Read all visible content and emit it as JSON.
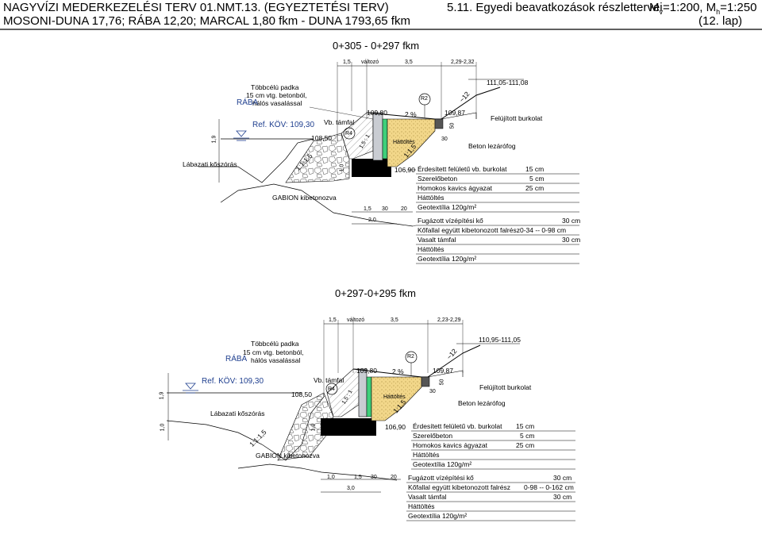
{
  "header": {
    "line1_left": "NAGYVÍZI MEDERKEZELÉSI TERV 01.NMT.13. (EGYEZTETÉSI TERV)",
    "line2_left": "MOSONI-DUNA 17,76; RÁBA 12,20; MARCAL 1,80 fkm - DUNA 1793,65 fkm",
    "center": "5.11. Egyedi beavatkozások részlettervei",
    "scale": "Mᵥ=1:200, Mₕ=1:250",
    "page": "(12. lap)"
  },
  "section1": {
    "title": "0+305 - 0+297 fkm",
    "dims_top": [
      "1,5",
      "változó",
      "3,5",
      "2,29-2,32"
    ],
    "level_top": "111,05-111,08",
    "padka": [
      "Többcélú padka",
      "15 cm vtg. betonból,",
      "hálós vasalással"
    ],
    "river": "RÁBA",
    "ref": "Ref. KÖV: 109,30",
    "vb_tamfal": "Vb. támfal",
    "lvl_10980": "109,80",
    "slope_2pct": "2 %",
    "r2": "R2",
    "lvl_10987": "109,87",
    "slope_12": "~12",
    "felujitott": "Felújított burkolat",
    "lvl_10850": "108,50",
    "r4": "R4",
    "slope_15_1": "1,5 : 1",
    "hattoltes": "Háttöltés",
    "dim_30": "30",
    "dim_50": "50",
    "slope_11_5": "1:1,5",
    "beton_lezaro": "Beton lezárófog",
    "dim_19": "1,9",
    "labazati": "Lábazati kőszórás",
    "dim_10": "1,0",
    "slope_1_1_5": "1:1:1,5",
    "lvl_10690": "106,90",
    "gabion": "GABION kibetonozva",
    "dims_bottom": [
      "1,5",
      "30",
      "20"
    ],
    "dim_total": "2,0",
    "layers1": [
      {
        "name": "Érdesített felületű vb. burkolat",
        "value": "15 cm"
      },
      {
        "name": "Szerelőbeton",
        "value": "5 cm"
      },
      {
        "name": "Homokos kavics ágyazat",
        "value": "25 cm"
      },
      {
        "name": "Háttöltés",
        "value": ""
      },
      {
        "name": "Geotextília 120g/m²",
        "value": ""
      }
    ],
    "layers2": [
      {
        "name": "Fugázott vízépítési kő",
        "value": "30 cm"
      },
      {
        "name": "Kőfallal együtt kibetonozott falrész",
        "value": "0-34 -- 0-98 cm"
      },
      {
        "name": "Vasalt támfal",
        "value": "30 cm"
      },
      {
        "name": "Háttöltés",
        "value": ""
      },
      {
        "name": "Geotextília 120g/m²",
        "value": ""
      }
    ]
  },
  "section2": {
    "title": "0+297-0+295 fkm",
    "dims_top": [
      "1,5",
      "változó",
      "3,5",
      "2,23-2,29"
    ],
    "level_top": "110,95-111,05",
    "padka": [
      "Többcélú padka",
      "15 cm vtg. betonból,",
      "hálós vasalással"
    ],
    "river": "RÁBA",
    "ref": "Ref. KÖV: 109,30",
    "vb_tamfal": "Vb. támfal",
    "lvl_10980": "109,80",
    "slope_2pct": "2 %",
    "r2": "R2",
    "lvl_10987": "109,87",
    "slope_12": "~12",
    "felujitott": "Felújított burkolat",
    "lvl_10850": "108,50",
    "r4": "R4",
    "slope_15_1": "1,5 : 1",
    "hattoltes": "Háttöltés",
    "dim_30": "30",
    "dim_50": "50",
    "slope_11_5": "1:1,5",
    "beton_lezaro": "Beton lezárófog",
    "dim_19": "1,9",
    "labazati": "Lábazati kőszórás",
    "dim_10": "1,0",
    "slope_1_1_5": "1:1:1,5",
    "lvl_10690": "106,90",
    "gabion": "GABION kibetonozva",
    "dims_bottom": [
      "1,0",
      "1,5",
      "30",
      "20"
    ],
    "dim_total": "3,0",
    "layers1": [
      {
        "name": "Érdesített felületű vb. burkolat",
        "value": "15 cm"
      },
      {
        "name": "Szerelőbeton",
        "value": "5 cm"
      },
      {
        "name": "Homokos kavics ágyazat",
        "value": "25 cm"
      },
      {
        "name": "Háttöltés",
        "value": ""
      },
      {
        "name": "Geotextília 120g/m²",
        "value": ""
      }
    ],
    "layers2": [
      {
        "name": "Fugázott vízépítési kő",
        "value": "30 cm"
      },
      {
        "name": "Kőfallal együtt kibetonozott falrész",
        "value": "0-98 -- 0-162 cm"
      },
      {
        "name": "Vasalt támfal",
        "value": "30 cm"
      },
      {
        "name": "Háttöltés",
        "value": ""
      },
      {
        "name": "Geotextília 120g/m²",
        "value": ""
      }
    ]
  },
  "colors": {
    "line": "#000000",
    "ref_blue": "#1f3f8f",
    "backfill": "#f2d78a",
    "membrane": "#3fcf7a",
    "wall": "#b9bcc2",
    "gabion": "#000000"
  }
}
